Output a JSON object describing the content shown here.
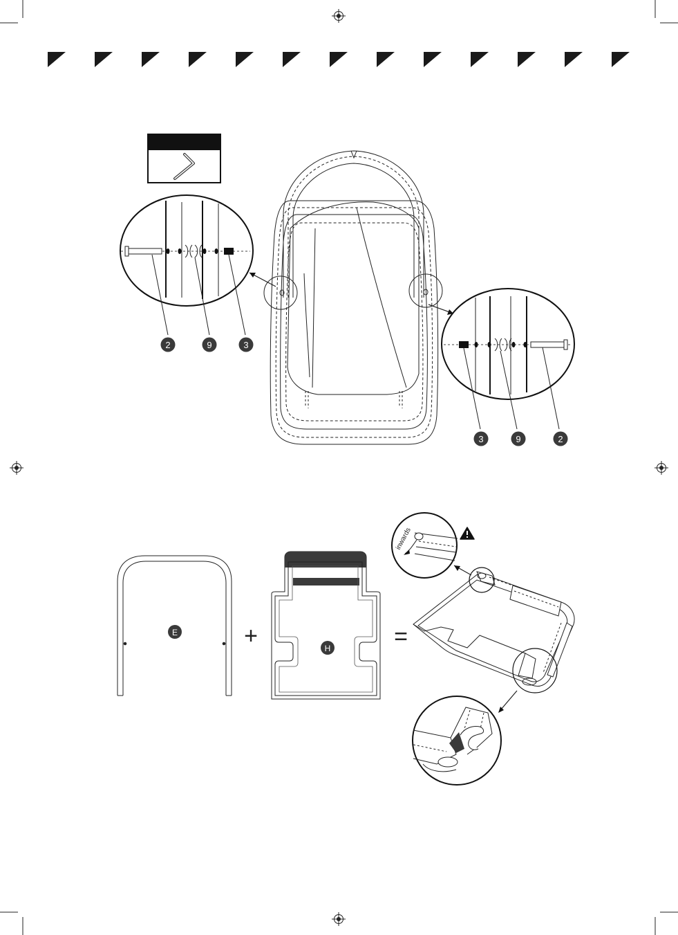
{
  "callouts": {
    "left": [
      "2",
      "9",
      "3"
    ],
    "right": [
      "3",
      "9",
      "2"
    ]
  },
  "parts": {
    "frame": "E",
    "fabric": "H"
  },
  "operators": {
    "plus": "+",
    "equals": "="
  },
  "detail": {
    "inwards_label": "inwards"
  },
  "icons": {
    "tool": "allen-key-icon",
    "warning": "warning-icon",
    "registration": "registration-mark-icon"
  },
  "colors": {
    "ink": "#1a1a1a",
    "badge": "#3a3a3a"
  }
}
